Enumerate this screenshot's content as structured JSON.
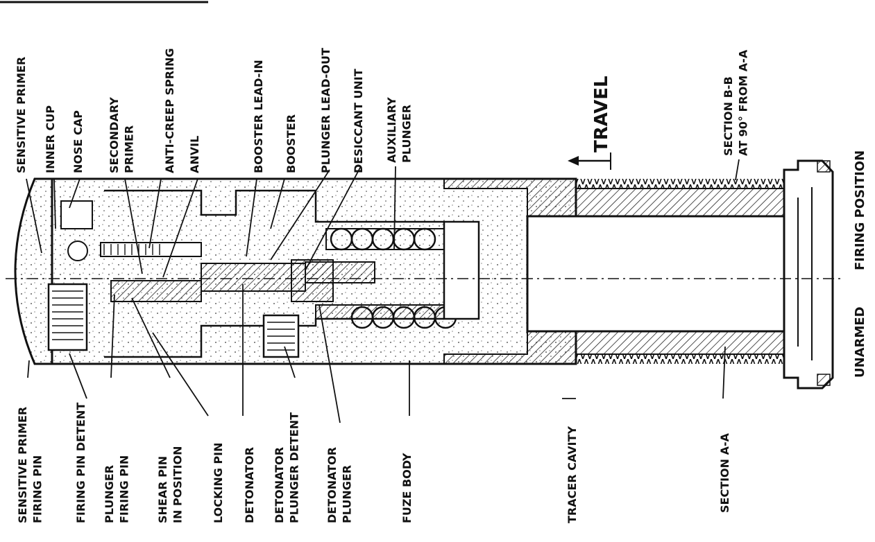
{
  "diagram": {
    "travel_label": "TRAVEL",
    "top_labels": [
      {
        "id": "sensitive-primer",
        "lines": [
          "SENSITIVE PRIMER"
        ]
      },
      {
        "id": "inner-cup",
        "lines": [
          "INNER CUP"
        ]
      },
      {
        "id": "nose-cap",
        "lines": [
          "NOSE CAP"
        ]
      },
      {
        "id": "secondary-primer",
        "lines": [
          "SECONDARY",
          "PRIMER"
        ]
      },
      {
        "id": "anti-creep-spring",
        "lines": [
          "ANTI-CREEP SPRING"
        ]
      },
      {
        "id": "anvil",
        "lines": [
          "ANVIL"
        ]
      },
      {
        "id": "booster-lead-in",
        "lines": [
          "BOOSTER LEAD-IN"
        ]
      },
      {
        "id": "booster",
        "lines": [
          "BOOSTER"
        ]
      },
      {
        "id": "plunger-lead-out",
        "lines": [
          "PLUNGER LEAD-OUT"
        ]
      },
      {
        "id": "desiccant-unit",
        "lines": [
          "DESICCANT UNIT"
        ]
      },
      {
        "id": "auxiliary-plunger",
        "lines": [
          "AUXILIARY",
          "PLUNGER"
        ]
      },
      {
        "id": "section-b-b",
        "lines": [
          "SECTION B-B",
          "AT 90° FROM A-A"
        ]
      },
      {
        "id": "firing-position",
        "lines": [
          "FIRING POSITION"
        ]
      }
    ],
    "bottom_labels": [
      {
        "id": "sensitive-primer-firing-pin",
        "lines": [
          "SENSITIVE PRIMER",
          "FIRING PIN"
        ]
      },
      {
        "id": "firing-pin-detent",
        "lines": [
          "FIRING PIN DETENT"
        ]
      },
      {
        "id": "plunger-firing-pin",
        "lines": [
          "PLUNGER",
          "FIRING PIN"
        ]
      },
      {
        "id": "shear-pin",
        "lines": [
          "SHEAR PIN",
          "IN POSITION"
        ]
      },
      {
        "id": "locking-pin",
        "lines": [
          "LOCKING PIN"
        ]
      },
      {
        "id": "detonator",
        "lines": [
          "DETONATOR"
        ]
      },
      {
        "id": "detonator-plunger-detent",
        "lines": [
          "DETONATOR",
          "PLUNGER DETENT"
        ]
      },
      {
        "id": "detonator-plunger",
        "lines": [
          "DETONATOR",
          "PLUNGER"
        ]
      },
      {
        "id": "fuze-body",
        "lines": [
          "FUZE BODY"
        ]
      },
      {
        "id": "tracer-cavity",
        "lines": [
          "TRACER CAVITY"
        ]
      },
      {
        "id": "section-a-a",
        "lines": [
          "SECTION A-A"
        ]
      },
      {
        "id": "unarmed",
        "lines": [
          "UNARMED"
        ]
      }
    ]
  }
}
